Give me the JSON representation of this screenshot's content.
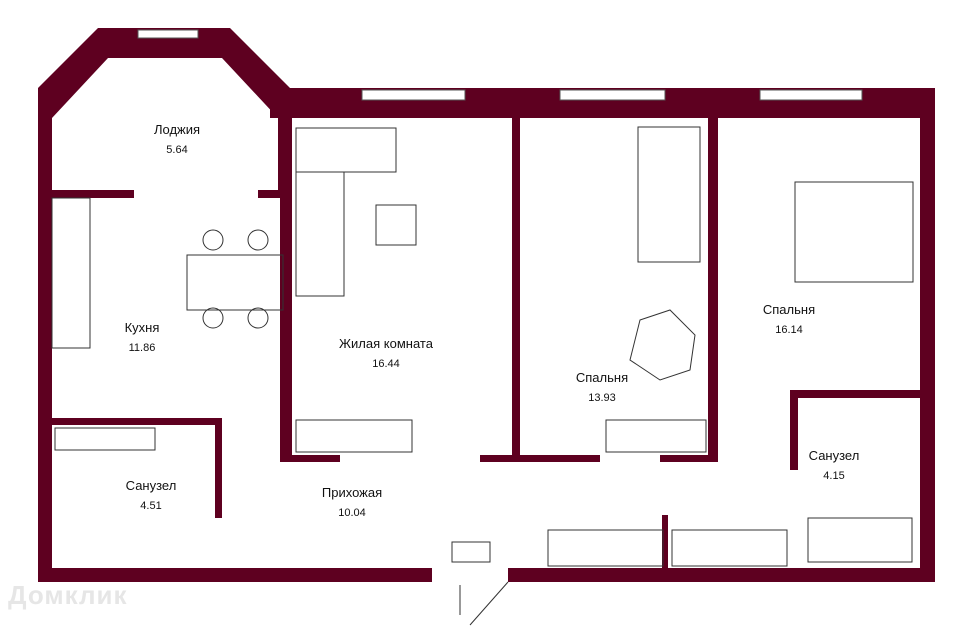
{
  "colors": {
    "wall": "#5e0020"
  },
  "rooms": [
    {
      "name": "Лоджия",
      "area": "5.64"
    },
    {
      "name": "Кухня",
      "area": "11.86"
    },
    {
      "name": "Жилая комната",
      "area": "16.44"
    },
    {
      "name": "Спальня",
      "area": "13.93"
    },
    {
      "name": "Спальня",
      "area": "16.14"
    },
    {
      "name": "Санузел",
      "area": "4.51"
    },
    {
      "name": "Прихожая",
      "area": "10.04"
    },
    {
      "name": "Санузел",
      "area": "4.15"
    }
  ],
  "watermark": "Домклик"
}
